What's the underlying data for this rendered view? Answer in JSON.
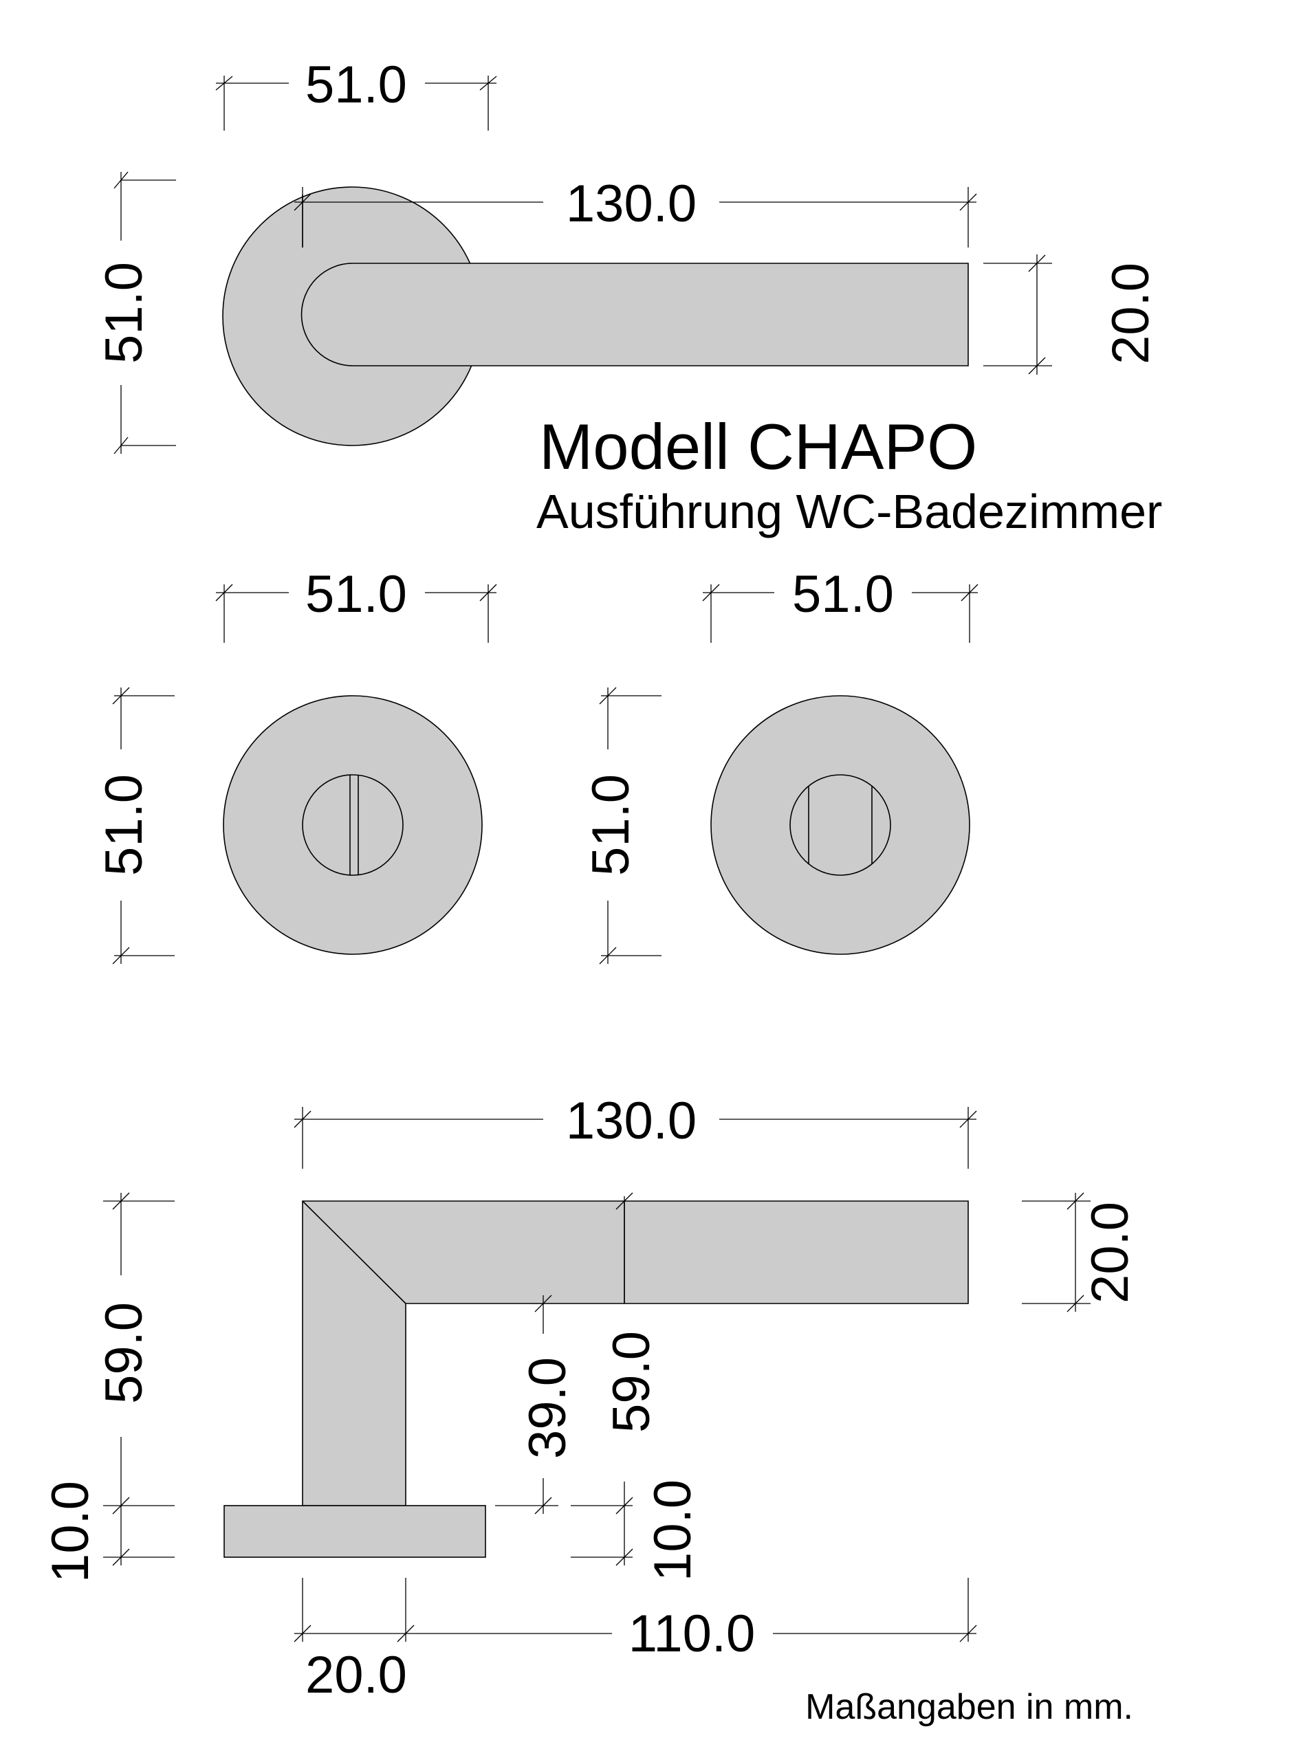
{
  "title": "Modell CHAPO",
  "subtitle": "Ausführung WC-Badezimmer",
  "note": "Maßangaben in mm.",
  "dimensions": {
    "top_rose_width": "51.0",
    "top_rose_height": "51.0",
    "top_lever_length": "130.0",
    "top_lever_height": "20.0",
    "left_escutcheon_width": "51.0",
    "left_escutcheon_height": "51.0",
    "right_escutcheon_width": "51.0",
    "right_escutcheon_height": "51.0",
    "side_length": "130.0",
    "side_lever_height": "20.0",
    "side_total_height": "59.0",
    "side_inner_height": "39.0",
    "side_inner_total": "59.0",
    "side_rose_thickness_left": "10.0",
    "side_rose_thickness_right": "10.0",
    "side_neck_width": "20.0",
    "side_reach": "110.0"
  }
}
